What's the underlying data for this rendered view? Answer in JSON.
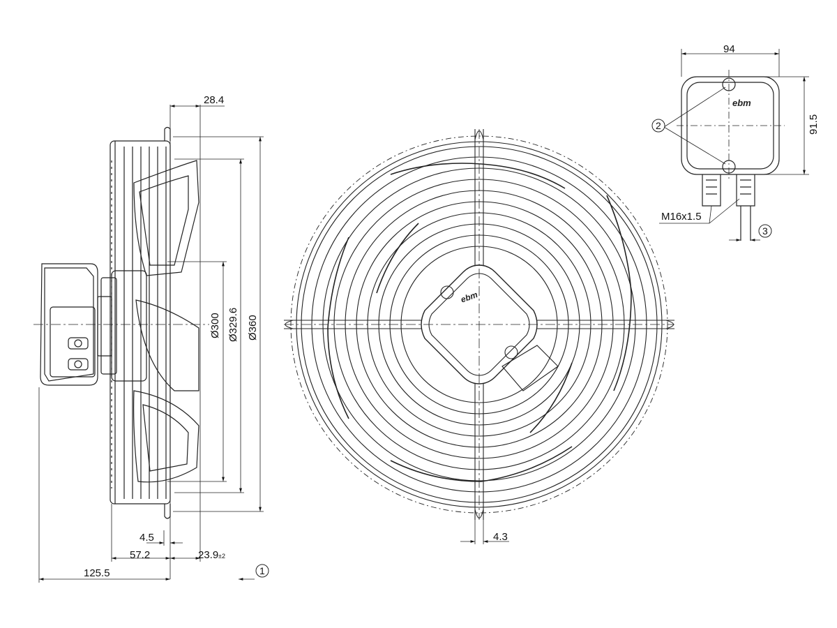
{
  "dimensions": {
    "gap_top": "28.4",
    "dia_300": "Ø300",
    "dia_329": "Ø329.6",
    "dia_360": "Ø360",
    "d_4_5": "4.5",
    "d_57_2": "57.2",
    "d_23_9": "23.9",
    "d_23_9_tol": "±2",
    "d_125_5": "125.5",
    "d_4_3": "4.3",
    "box_width": "94",
    "box_height": "91.5",
    "thread": "M16x1.5"
  },
  "callouts": {
    "c1": "1",
    "c2": "2",
    "c3": "3"
  },
  "brand": {
    "logo": "ebm"
  },
  "icons": {
    "mounting_screw": "cross-screw-icon",
    "logo_mark": "ebm-logo-icon"
  }
}
